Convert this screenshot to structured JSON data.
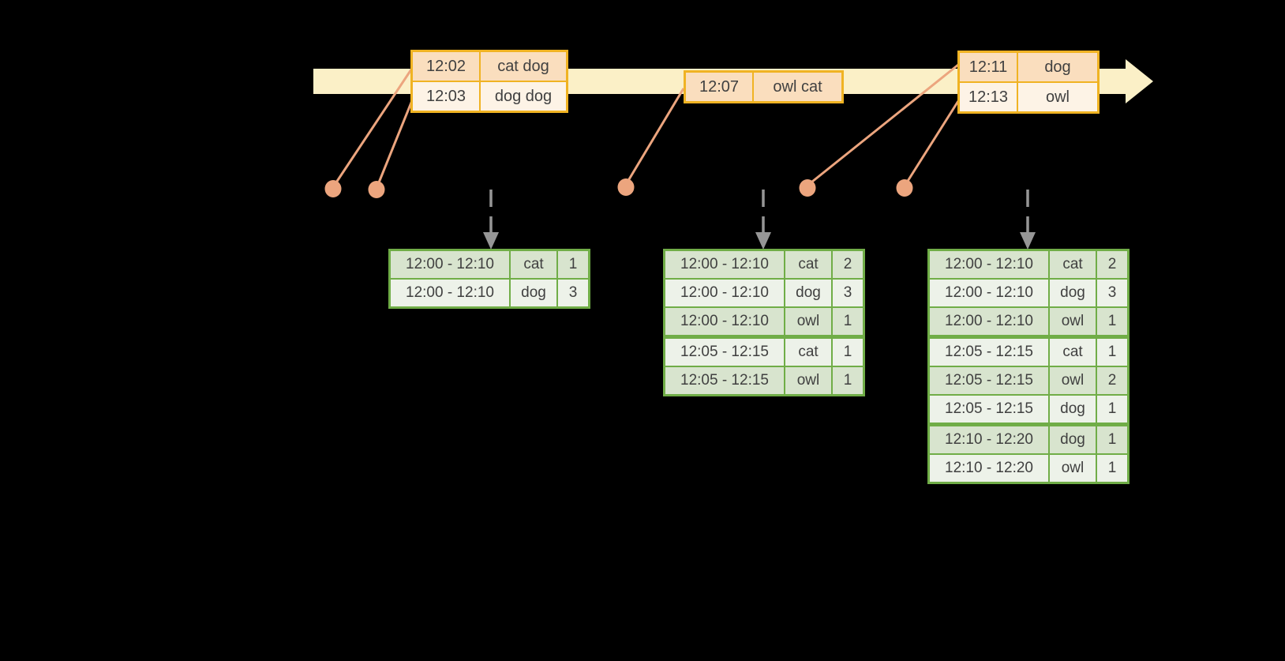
{
  "colors": {
    "background": "#000000",
    "timeline_fill": "#FBF0C7",
    "event_table_border": "#F0B323",
    "event_row_dark": "#FADEBE",
    "event_row_light": "#FDF3E6",
    "connector_salmon": "#ECA57E",
    "result_table_border": "#70AD47",
    "result_row_dark": "#D8E4CE",
    "result_row_light": "#EDF2E9",
    "trigger_arrow_gray": "#969696",
    "text": "#404040"
  },
  "event_tables": [
    {
      "rows": [
        {
          "time": "12:02",
          "words": "cat dog"
        },
        {
          "time": "12:03",
          "words": "dog dog"
        }
      ]
    },
    {
      "rows": [
        {
          "time": "12:07",
          "words": "owl cat"
        }
      ]
    },
    {
      "rows": [
        {
          "time": "12:11",
          "words": "dog"
        },
        {
          "time": "12:13",
          "words": "owl"
        }
      ]
    }
  ],
  "result_tables": [
    {
      "group_breaks": [],
      "rows": [
        {
          "window": "12:00 - 12:10",
          "word": "cat",
          "count": "1"
        },
        {
          "window": "12:00 - 12:10",
          "word": "dog",
          "count": "3"
        }
      ]
    },
    {
      "group_breaks": [
        3
      ],
      "rows": [
        {
          "window": "12:00 - 12:10",
          "word": "cat",
          "count": "2"
        },
        {
          "window": "12:00 - 12:10",
          "word": "dog",
          "count": "3"
        },
        {
          "window": "12:00 - 12:10",
          "word": "owl",
          "count": "1"
        },
        {
          "window": "12:05 - 12:15",
          "word": "cat",
          "count": "1"
        },
        {
          "window": "12:05 - 12:15",
          "word": "owl",
          "count": "1"
        }
      ]
    },
    {
      "group_breaks": [
        3,
        6
      ],
      "rows": [
        {
          "window": "12:00 - 12:10",
          "word": "cat",
          "count": "2"
        },
        {
          "window": "12:00 - 12:10",
          "word": "dog",
          "count": "3"
        },
        {
          "window": "12:00 - 12:10",
          "word": "owl",
          "count": "1"
        },
        {
          "window": "12:05 - 12:15",
          "word": "cat",
          "count": "1"
        },
        {
          "window": "12:05 - 12:15",
          "word": "owl",
          "count": "2"
        },
        {
          "window": "12:05 - 12:15",
          "word": "dog",
          "count": "1"
        },
        {
          "window": "12:10 - 12:20",
          "word": "dog",
          "count": "1"
        },
        {
          "window": "12:10 - 12:20",
          "word": "owl",
          "count": "1"
        }
      ]
    }
  ]
}
